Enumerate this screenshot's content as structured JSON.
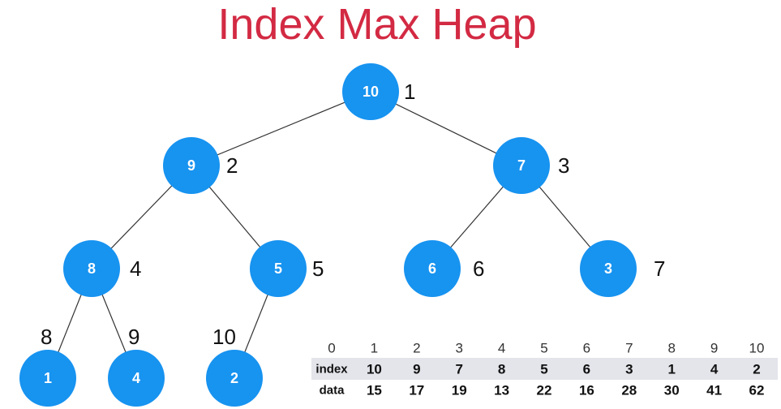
{
  "title": "Index Max Heap",
  "colors": {
    "title": "#d32a43",
    "node_fill": "#1793f0",
    "node_text": "#ffffff",
    "row_highlight": "#e3e5ea"
  },
  "tree": {
    "nodes": [
      {
        "value": "10",
        "position": "1"
      },
      {
        "value": "9",
        "position": "2"
      },
      {
        "value": "7",
        "position": "3"
      },
      {
        "value": "8",
        "position": "4"
      },
      {
        "value": "5",
        "position": "5"
      },
      {
        "value": "6",
        "position": "6"
      },
      {
        "value": "3",
        "position": "7"
      },
      {
        "value": "1",
        "position": "8"
      },
      {
        "value": "4",
        "position": "9"
      },
      {
        "value": "2",
        "position": "10"
      }
    ],
    "edges": [
      [
        1,
        2
      ],
      [
        1,
        3
      ],
      [
        2,
        4
      ],
      [
        2,
        5
      ],
      [
        3,
        6
      ],
      [
        3,
        7
      ],
      [
        4,
        8
      ],
      [
        4,
        9
      ],
      [
        5,
        10
      ]
    ]
  },
  "array": {
    "column_numbers": [
      "0",
      "1",
      "2",
      "3",
      "4",
      "5",
      "6",
      "7",
      "8",
      "9",
      "10"
    ],
    "index_label": "index",
    "index_values": [
      "10",
      "9",
      "7",
      "8",
      "5",
      "6",
      "3",
      "1",
      "4",
      "2"
    ],
    "data_label": "data",
    "data_values": [
      "15",
      "17",
      "19",
      "13",
      "22",
      "16",
      "28",
      "30",
      "41",
      "62"
    ]
  }
}
